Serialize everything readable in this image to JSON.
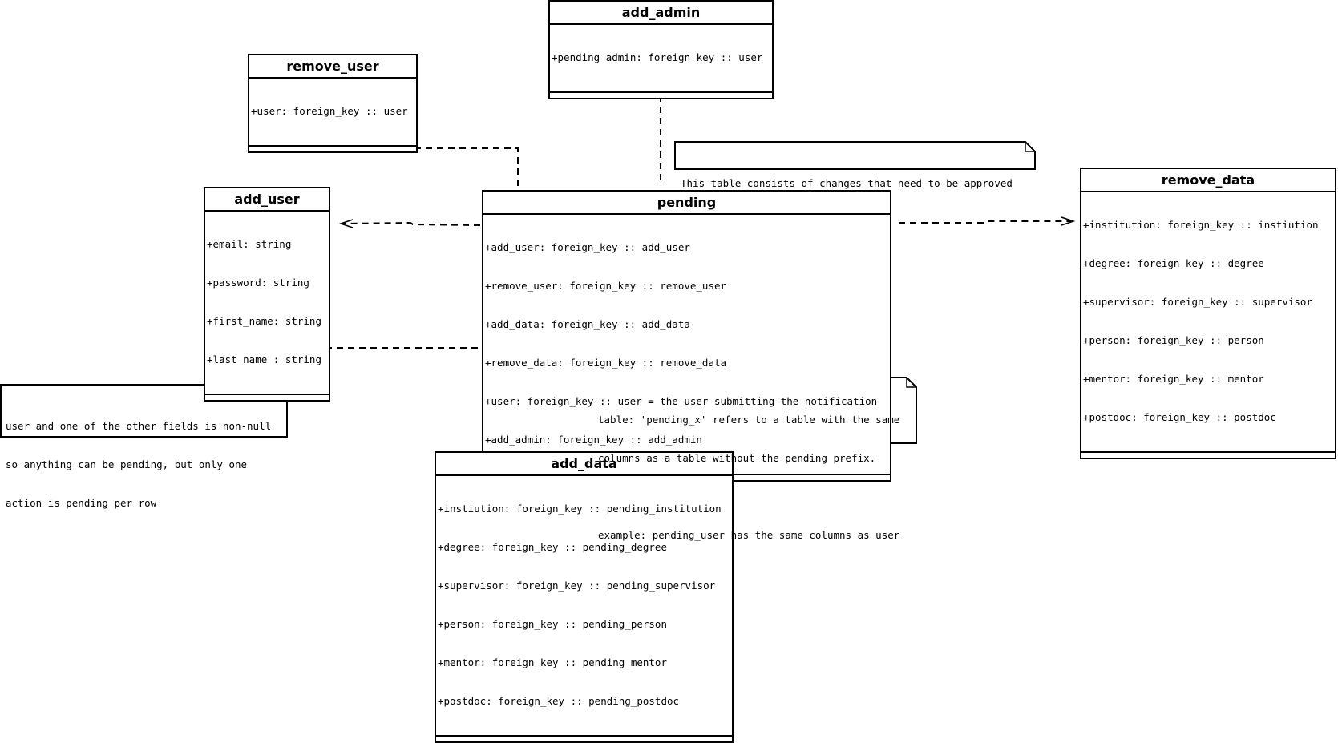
{
  "classes": {
    "add_admin": {
      "name": "add_admin",
      "attributes": [
        "+pending_admin: foreign_key :: user"
      ]
    },
    "remove_user": {
      "name": "remove_user",
      "attributes": [
        "+user: foreign_key :: user"
      ]
    },
    "add_user": {
      "name": "add_user",
      "attributes": [
        "+email: string",
        "+password: string",
        "+first_name: string",
        "+last_name : string"
      ]
    },
    "pending": {
      "name": "pending",
      "attributes": [
        "+add_user: foreign_key :: add_user",
        "+remove_user: foreign_key :: remove_user",
        "+add_data: foreign_key :: add_data",
        "+remove_data: foreign_key :: remove_data",
        "+user: foreign_key :: user = the user submitting the notification",
        "+add_admin: foreign_key :: add_admin"
      ]
    },
    "remove_data": {
      "name": "remove_data",
      "attributes": [
        "+institution: foreign_key :: instiution",
        "+degree: foreign_key :: degree",
        "+supervisor: foreign_key :: supervisor",
        "+person: foreign_key :: person",
        "+mentor: foreign_key :: mentor",
        "+postdoc: foreign_key :: postdoc"
      ]
    },
    "add_data": {
      "name": "add_data",
      "attributes": [
        "+instiution: foreign_key :: pending_institution",
        "+degree: foreign_key :: pending_degree",
        "+supervisor: foreign_key :: pending_supervisor",
        "+person: foreign_key :: pending_person",
        "+mentor: foreign_key :: pending_mentor",
        "+postdoc: foreign_key :: pending_postdoc"
      ]
    }
  },
  "notes": {
    "approval": {
      "lines": [
        "This table consists of changes that need to be approved"
      ]
    },
    "non_null": {
      "lines": [
        "user and one of the other fields is non-null",
        "so anything can be pending, but only one",
        "action is pending per row"
      ]
    },
    "prefix": {
      "lines": [
        "table: 'pending_x' refers to a table with the same",
        "columns as a table without the pending prefix.",
        "",
        "example: pending_user has the same columns as user"
      ]
    }
  }
}
